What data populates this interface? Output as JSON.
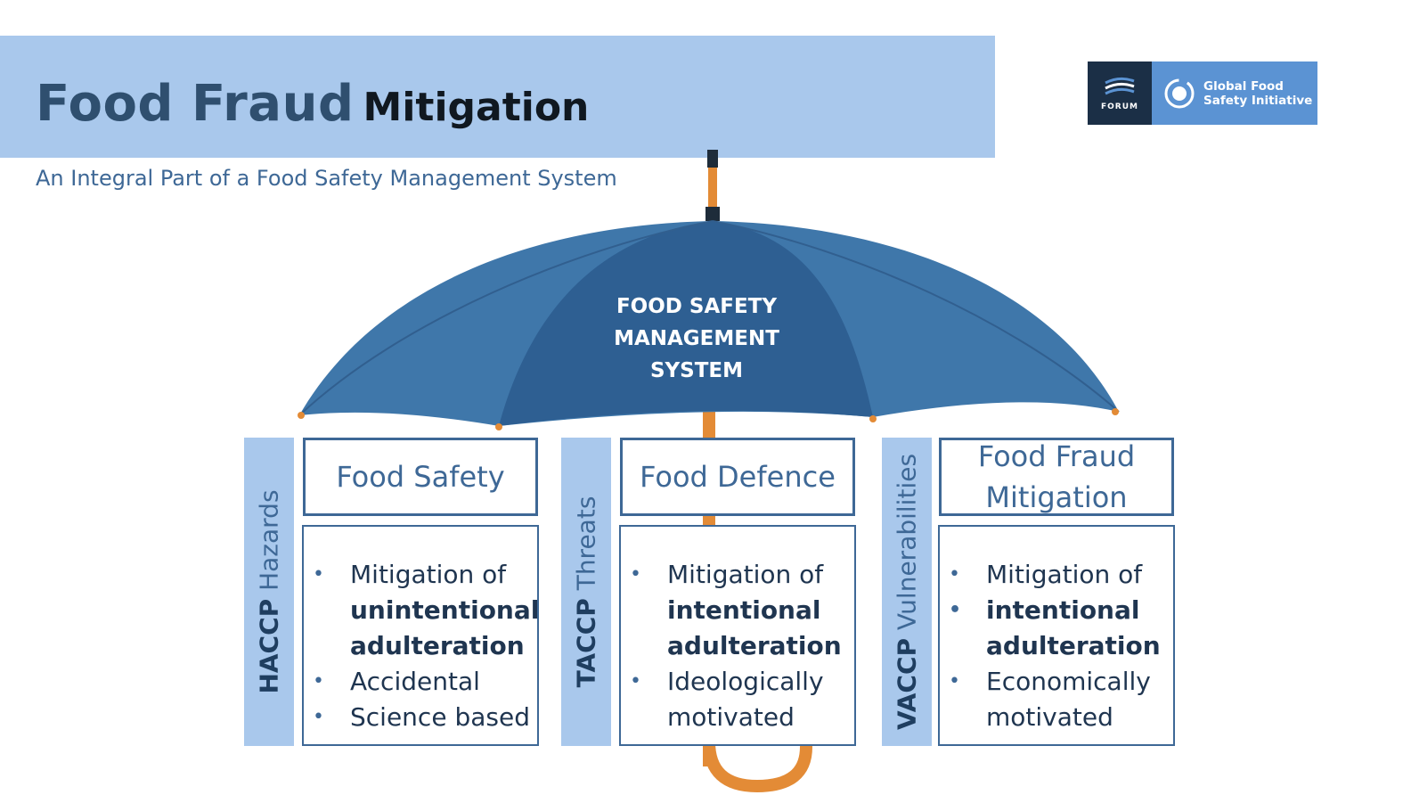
{
  "header": {
    "title_part1": "Food Fraud",
    "title_part2": "Mitigation",
    "subtitle": "An Integral Part of a Food Safety Management System"
  },
  "logo": {
    "left_text": "FORUM",
    "right_line1": "Global Food",
    "right_line2": "Safety Initiative"
  },
  "umbrella": {
    "line1": "FOOD SAFETY",
    "line2": "MANAGEMENT",
    "line3": "SYSTEM"
  },
  "columns": [
    {
      "side_bold": "HACCP",
      "side_rest": "Hazards",
      "heading_line1": "Food Safety",
      "heading_line2": "",
      "lines": [
        "Mitigation of",
        "unintentional",
        "adulteration",
        "Accidental",
        "Science based"
      ]
    },
    {
      "side_bold": "TACCP",
      "side_rest": "Threats",
      "heading_line1": "Food Defence",
      "heading_line2": "",
      "lines": [
        "Mitigation of",
        "intentional",
        "adulteration",
        "Ideologically",
        "motivated"
      ]
    },
    {
      "side_bold": "VACCP",
      "side_rest": "Vulnerabilities",
      "heading_line1": "Food Fraud",
      "heading_line2": "Mitigation",
      "lines": [
        "Mitigation of",
        "intentional",
        "adulteration",
        "Economically",
        "motivated"
      ]
    }
  ],
  "colors": {
    "band": "#a9c8ec",
    "accent": "#3e6896",
    "umbrella": "#3f77aa",
    "handle": "#e38b36"
  }
}
